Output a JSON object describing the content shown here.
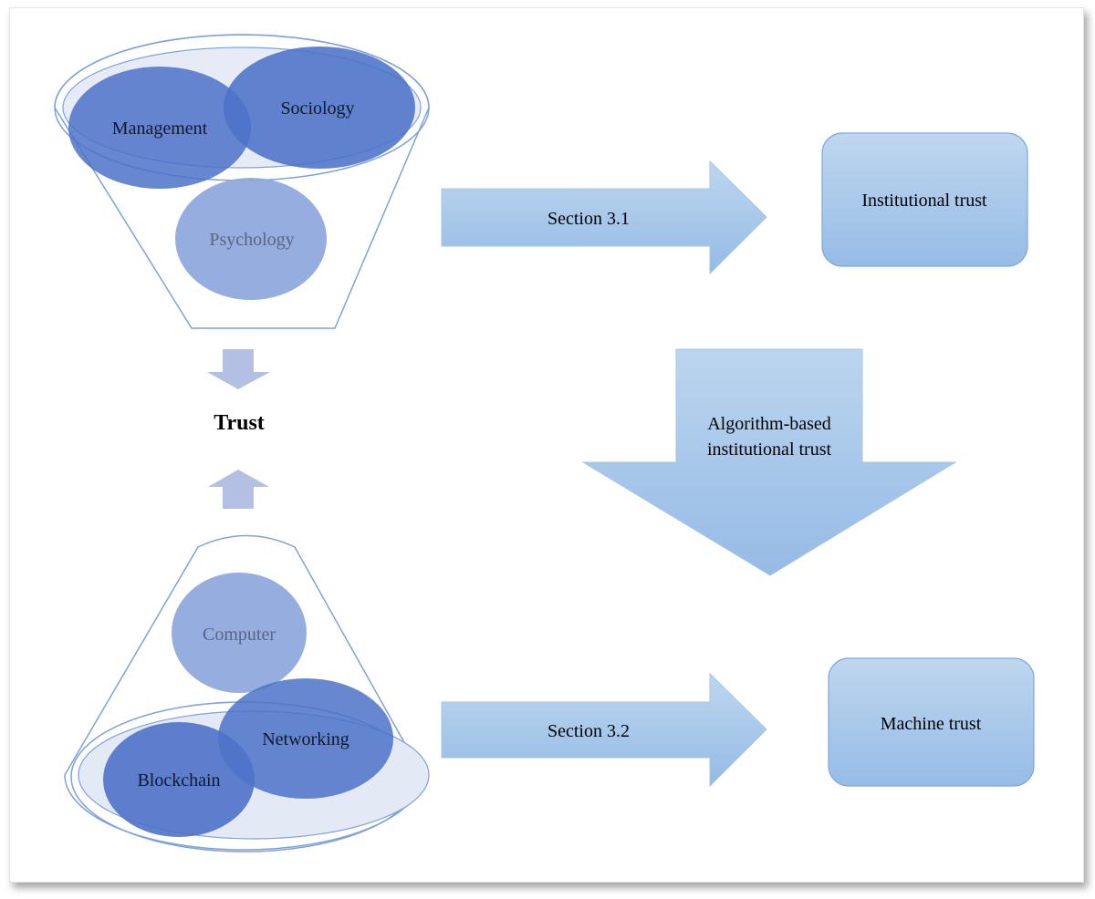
{
  "funnel_top": {
    "circles": {
      "management": "Management",
      "sociology": "Sociology",
      "psychology": "Psychology"
    }
  },
  "funnel_bottom": {
    "circles": {
      "computer": "Computer",
      "networking": "Networking",
      "blockchain": "Blockchain"
    }
  },
  "center_label": "Trust",
  "arrows": {
    "section_1": "Section 3.1",
    "section_2": "Section 3.2",
    "down_line1": "Algorithm-based",
    "down_line2": "institutional trust"
  },
  "boxes": {
    "institutional": "Institutional trust",
    "machine": "Machine trust"
  },
  "colors": {
    "dark_blue": "#4f76c9",
    "mid_blue": "#8fa9dd",
    "light_arrow": "#a9c8ea",
    "outline": "#7b9fd6"
  }
}
